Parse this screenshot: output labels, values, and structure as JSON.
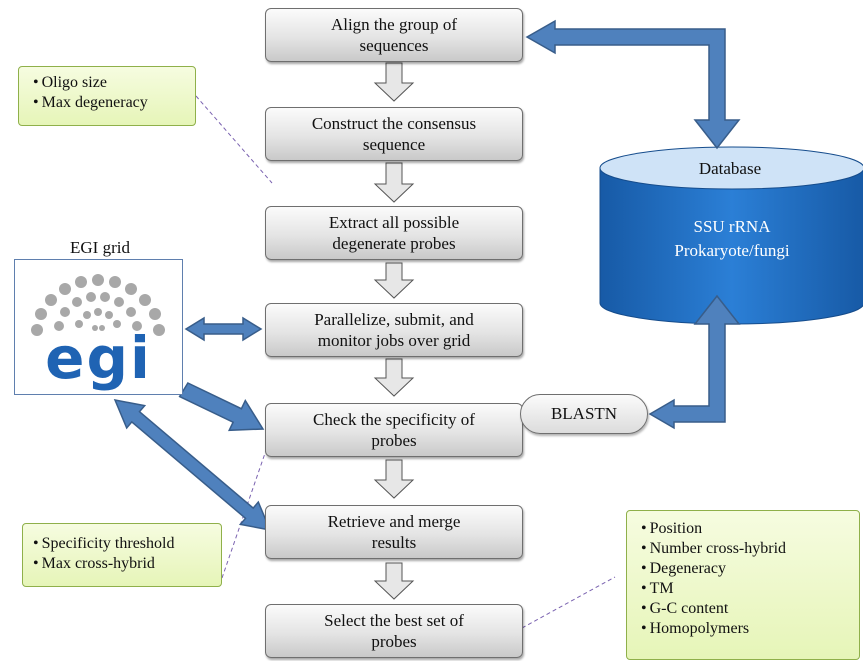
{
  "steps": [
    {
      "text": "Align the group of\nsequences"
    },
    {
      "text": "Construct the consensus\nsequence"
    },
    {
      "text": "Extract all possible\ndegenerate probes"
    },
    {
      "text": "Parallelize, submit, and\nmonitor jobs over grid"
    },
    {
      "text": "Check the specificity of\nprobes"
    },
    {
      "text": "Retrieve and merge\nresults"
    },
    {
      "text": "Select the best set of\nprobes"
    }
  ],
  "database": {
    "title": "Database",
    "line1": "SSU rRNA",
    "line2": "Prokaryote/fungi"
  },
  "blastn": "BLASTN",
  "egi": {
    "title": "EGI grid",
    "logo_text": "egi"
  },
  "notes": {
    "oligo": [
      "Oligo size",
      "Max degeneracy"
    ],
    "specificity": [
      "Specificity threshold",
      "Max cross-hybrid"
    ],
    "selection": [
      "Position",
      "Number cross-hybrid",
      "Degeneracy",
      "TM",
      "G-C content",
      "Homopolymers"
    ]
  },
  "colors": {
    "arrow_blue": "#4f81bd",
    "arrow_blue_dark": "#385d8a",
    "database_blue": "#1f6fc6",
    "note_green": "#e6f5b8"
  }
}
